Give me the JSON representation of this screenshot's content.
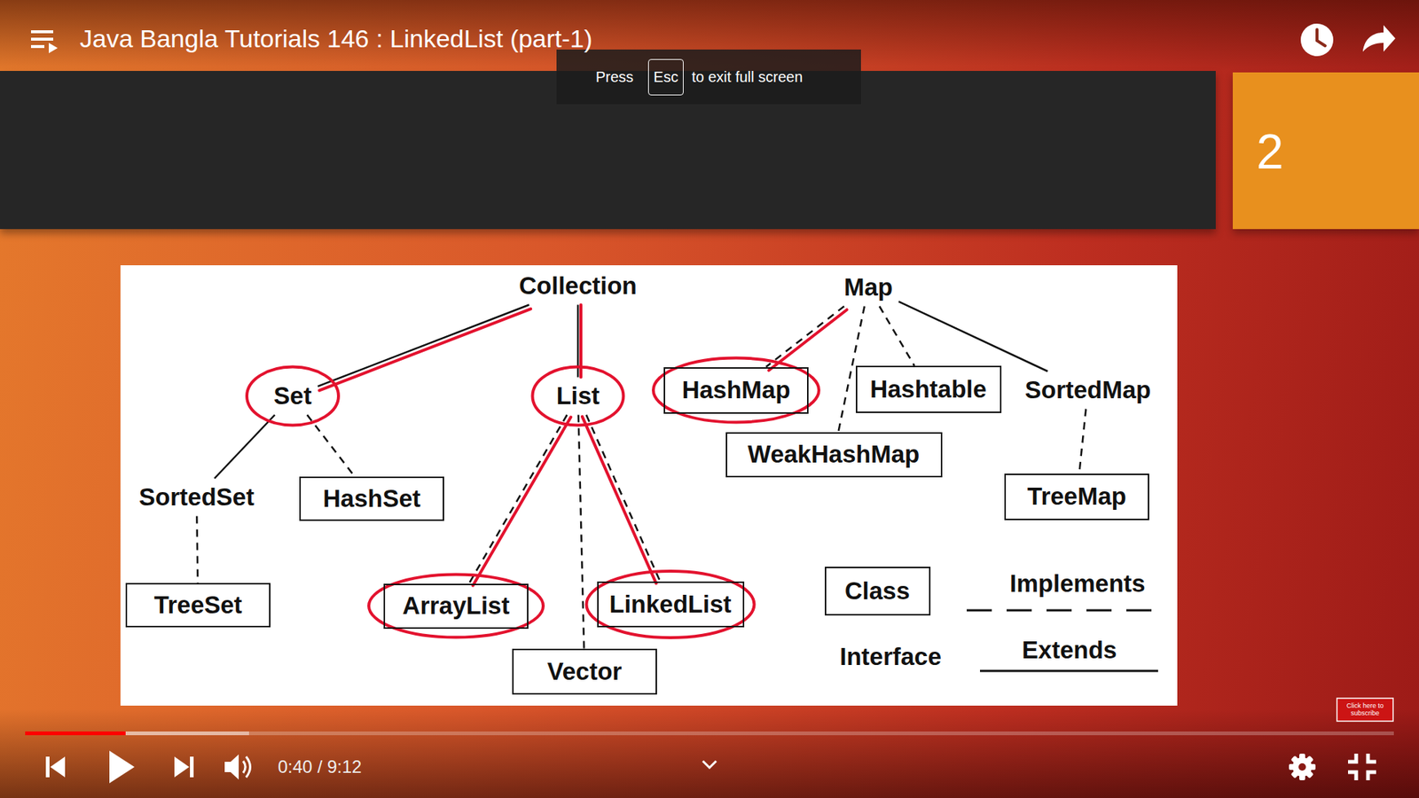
{
  "diagram": {
    "title": "Java Bangla Tutorials 146 : LinkedList (part-1)",
    "nodes": [
      {
        "text": [
          "Collection"
        ]
      },
      {
        "text": [
          "Map"
        ]
      },
      {
        "text": [
          "Set"
        ]
      },
      {
        "text": [
          "List"
        ]
      },
      {
        "text": [
          "HashMap"
        ]
      },
      {
        "text": [
          "Hashtable"
        ]
      },
      {
        "text": [
          "SortedMap"
        ]
      },
      {
        "text": [
          "WeakHashMap"
        ]
      },
      {
        "text": [
          "SortedSet"
        ]
      },
      {
        "text": [
          "HashSet"
        ]
      },
      {
        "text": [
          "TreeMap"
        ]
      },
      {
        "text": [
          "TreeSet"
        ]
      },
      {
        "text": [
          "ArrayList"
        ]
      },
      {
        "text": [
          "LinkedList"
        ]
      },
      {
        "text": [
          "Vector"
        ]
      }
    ],
    "edges": [
      {
        "from": 0,
        "to": 2,
        "arrow": "none"
      },
      {
        "from": 0,
        "to": 3,
        "arrow": "none"
      },
      {
        "from": 2,
        "to": 8,
        "arrow": "none"
      },
      {
        "from": 2,
        "to": 9,
        "arrow": "none"
      },
      {
        "from": 8,
        "to": 11,
        "arrow": "none"
      },
      {
        "from": 3,
        "to": 12,
        "arrow": "none"
      },
      {
        "from": 3,
        "to": 14,
        "arrow": "none"
      },
      {
        "from": 3,
        "to": 13,
        "arrow": "none"
      },
      {
        "from": 1,
        "to": 4,
        "arrow": "none"
      },
      {
        "from": 1,
        "to": 5,
        "arrow": "none"
      },
      {
        "from": 1,
        "to": 7,
        "arrow": "none"
      },
      {
        "from": 1,
        "to": 6,
        "arrow": "none"
      },
      {
        "from": 6,
        "to": 10,
        "arrow": "none"
      }
    ],
    "labels": [
      "Press",
      "Esc",
      "to exit full screen",
      "2",
      "0:40 / 9:12",
      "Click here to subscribe"
    ],
    "legend": [
      {
        "text": "Class"
      },
      {
        "text": "Interface"
      },
      {
        "text": "Implements"
      },
      {
        "text": "Extends"
      }
    ]
  }
}
